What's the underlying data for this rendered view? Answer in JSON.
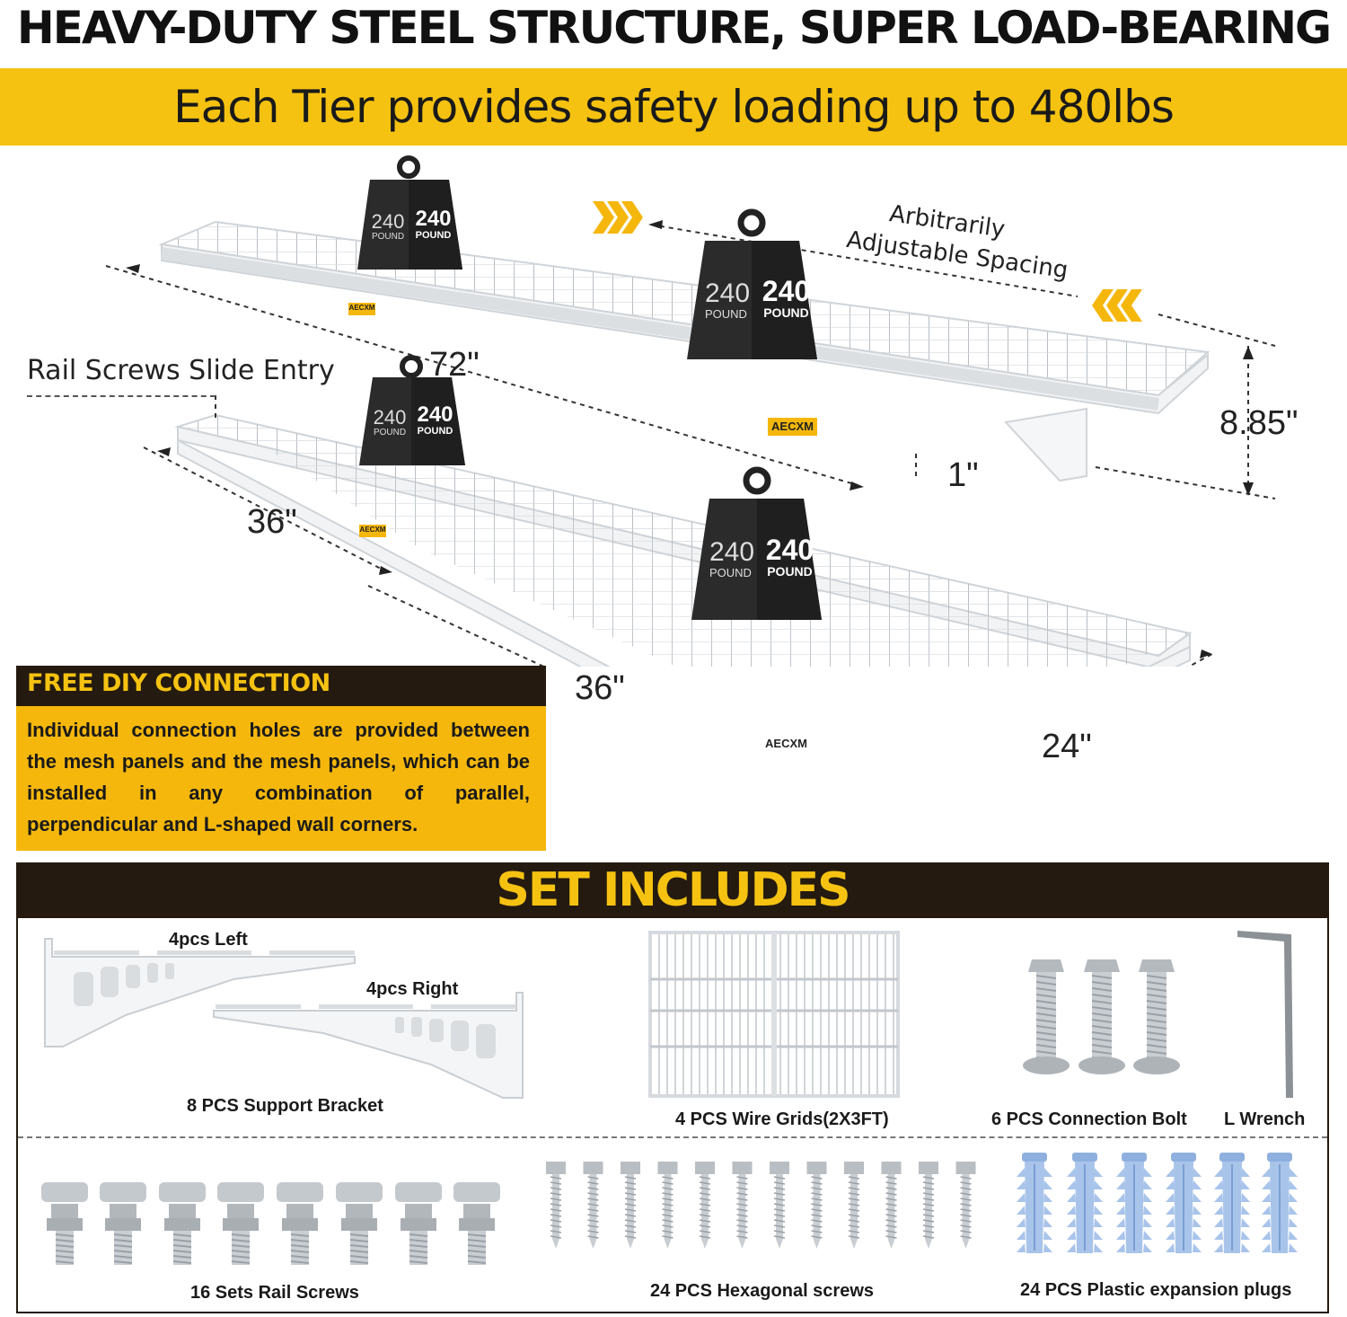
{
  "header": {
    "title": "HEAVY-DUTY STEEL STRUCTURE, SUPER LOAD-BEARING",
    "banner": "Each Tier provides safety loading up to 480lbs"
  },
  "diagram": {
    "weight_number": "240",
    "weight_unit": "POUND",
    "brand": "AECXM",
    "spacing_label_line1": "Arbitrarily",
    "spacing_label_line2": "Adjustable Spacing",
    "rail_label": "Rail Screws Slide Entry",
    "dims": {
      "top_length": "72\"",
      "height": "8.85\"",
      "thickness": "1\"",
      "left_panel": "36\"",
      "right_panel": "36\"",
      "depth": "24\""
    }
  },
  "diy": {
    "title": "FREE DIY CONNECTION",
    "body": "Individual connection holes are provided between the mesh panels and the mesh panels, which can be installed in any combination of parallel, perpendicular and L-shaped wall corners."
  },
  "set": {
    "title": "SET INCLUDES",
    "bracket_left": "4pcs Left",
    "bracket_right": "4pcs Right",
    "items": {
      "bracket": "8 PCS Support Bracket",
      "grids": "4 PCS Wire Grids(2X3FT)",
      "bolts": "6 PCS Connection Bolt",
      "wrench": "L Wrench",
      "rail_screws": "16 Sets Rail Screws",
      "hex_screws": "24 PCS Hexagonal screws",
      "plugs": "24 PCS Plastic expansion plugs"
    }
  },
  "colors": {
    "yellow": "#f5c211",
    "dark": "#241a10",
    "weight": "#2b2b2b",
    "plug": "#a9c4ea",
    "metal": "#c9ced3"
  }
}
